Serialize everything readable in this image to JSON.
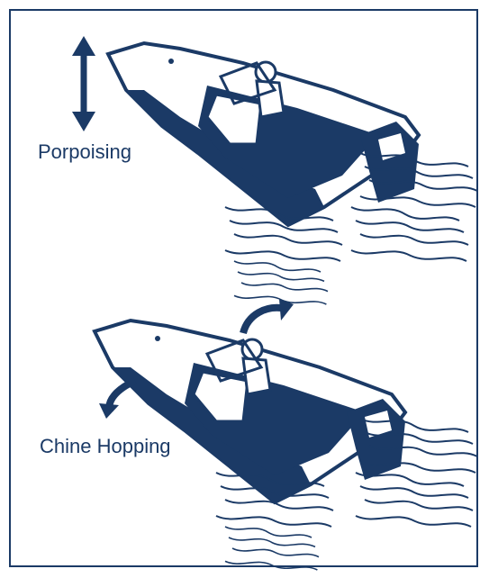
{
  "labels": {
    "porpoising": "Porpoising",
    "chine_hopping": "Chine Hopping"
  },
  "colors": {
    "ink": "#1b3a66",
    "background": "#ffffff"
  },
  "icons": {
    "porpoising_arrow": "double-headed-vertical-arrow",
    "chine_arrows": "curved-rotation-arrows"
  }
}
